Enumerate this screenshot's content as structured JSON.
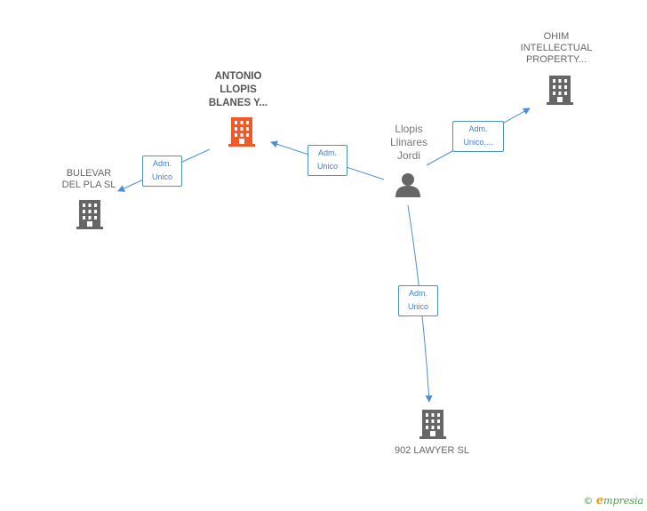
{
  "nodes": {
    "center_person": {
      "label_lines": [
        "Llopis",
        "Llinares",
        "Jordi"
      ],
      "icon": "person-icon",
      "color": "#666666"
    },
    "antonio": {
      "label_lines": [
        "ANTONIO",
        "LLOPIS",
        "BLANES Y..."
      ],
      "icon": "building-icon",
      "color": "#f05a28"
    },
    "bulevar": {
      "label_lines": [
        "BULEVAR",
        "DEL PLA SL"
      ],
      "icon": "building-icon",
      "color": "#666666"
    },
    "ohim": {
      "label_lines": [
        "OHIM",
        "INTELLECTUAL",
        "PROPERTY..."
      ],
      "icon": "building-icon",
      "color": "#666666"
    },
    "lawyer": {
      "label_lines": [
        "902 LAWYER SL"
      ],
      "icon": "building-icon",
      "color": "#666666"
    }
  },
  "edges": {
    "to_antonio": {
      "lines": [
        "Adm.",
        "Unico"
      ]
    },
    "to_bulevar": {
      "lines": [
        "Adm.",
        "Unico"
      ]
    },
    "to_ohim": {
      "lines": [
        "Adm.",
        "Unico,..."
      ]
    },
    "to_lawyer": {
      "lines": [
        "Adm.",
        "Unico"
      ]
    }
  },
  "colors": {
    "edge": "#4a90d9",
    "highlight": "#f05a28",
    "neutral": "#666666"
  },
  "brand": {
    "copyright": "©",
    "e": "e",
    "name": "mpresia"
  }
}
